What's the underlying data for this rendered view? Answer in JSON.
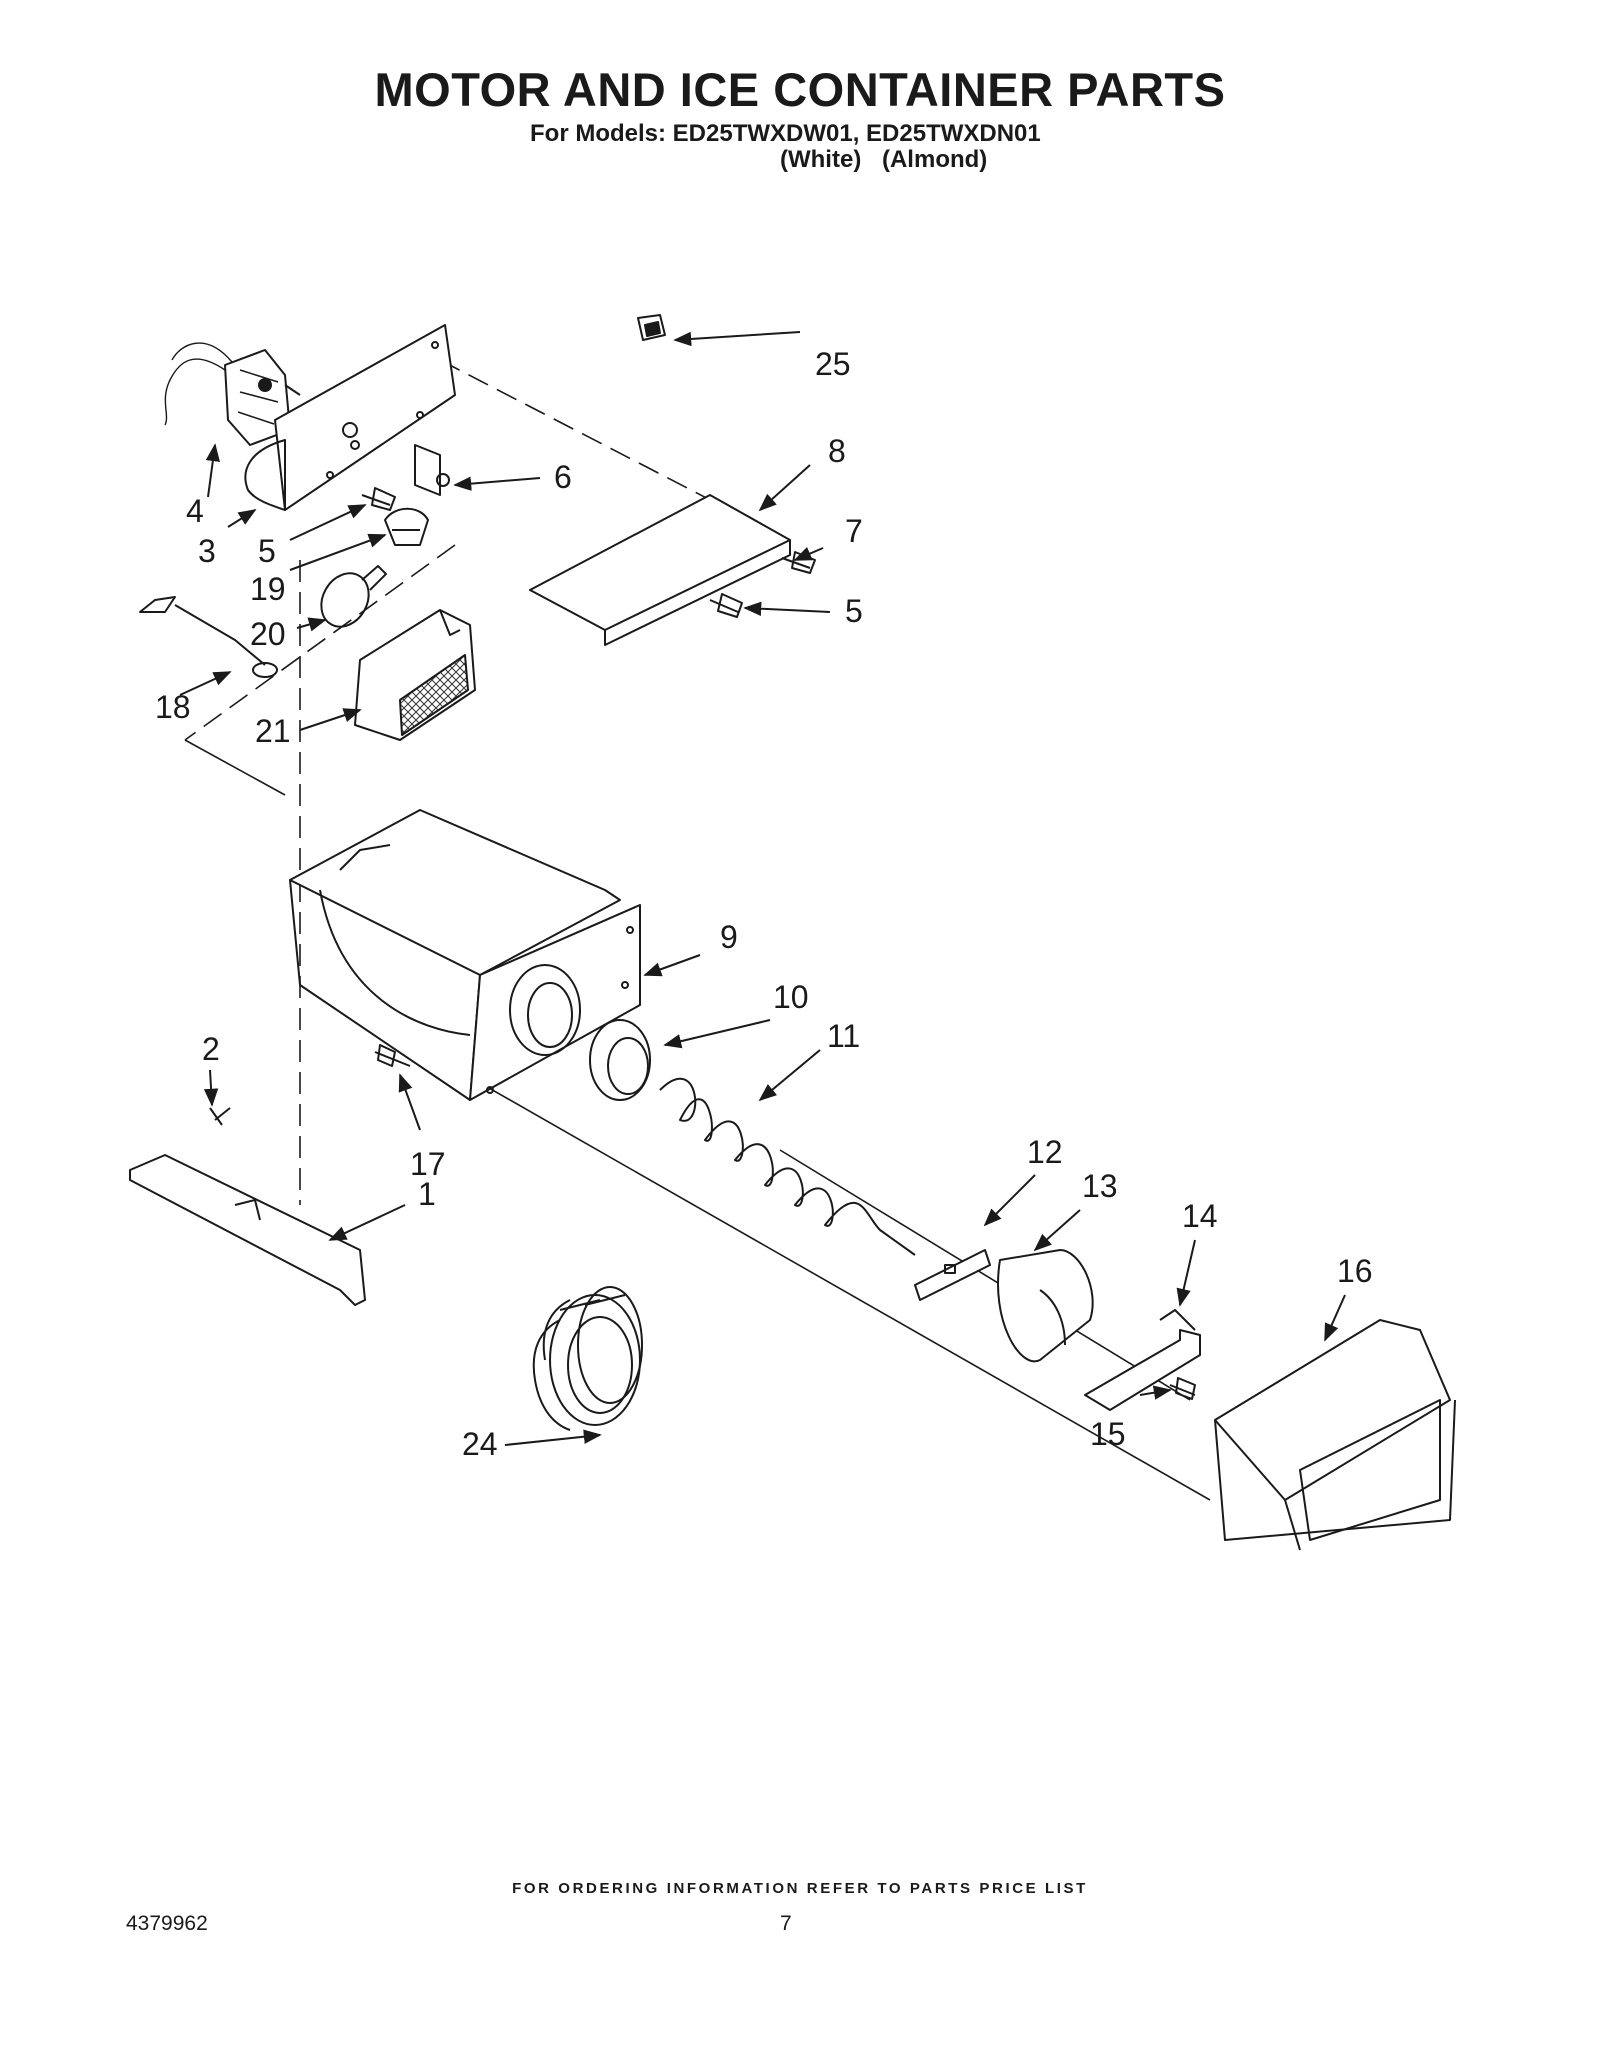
{
  "header": {
    "title": "MOTOR AND ICE CONTAINER PARTS",
    "models_line": "For Models: ED25TWXDW01, ED25TWXDN01",
    "variant_white": "(White)",
    "variant_almond": "(Almond)"
  },
  "callouts": [
    "1",
    "2",
    "3",
    "4",
    "5",
    "5",
    "6",
    "7",
    "8",
    "9",
    "10",
    "11",
    "12",
    "13",
    "14",
    "15",
    "16",
    "17",
    "18",
    "19",
    "20",
    "21",
    "24",
    "25"
  ],
  "footer": {
    "note": "FOR ORDERING INFORMATION REFER TO PARTS PRICE LIST",
    "doc_number": "4379962",
    "page_number": "7"
  }
}
